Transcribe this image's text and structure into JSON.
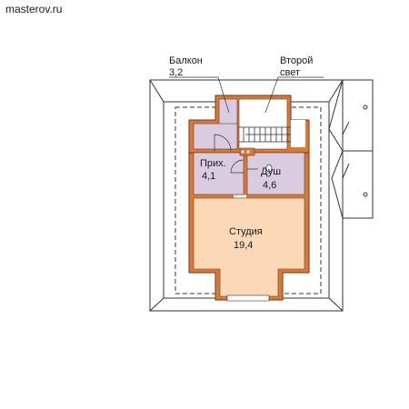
{
  "site": {
    "label": "masterov.ru"
  },
  "callouts": {
    "balcony": {
      "name": "Балкон",
      "area": "3,2"
    },
    "second_light": {
      "line1": "Второй",
      "line2": "свет"
    }
  },
  "rooms": {
    "hall": {
      "name": "Прих.",
      "area": "4,1"
    },
    "shower": {
      "name": "Душ",
      "area": "4,6"
    },
    "studio": {
      "name": "Студия",
      "area": "19,4"
    }
  },
  "colors": {
    "wall": "#d97a3a",
    "wall_outline": "#6b3a1a",
    "room_fill": "#d9cce0",
    "studio_fill": "#fbd9b6",
    "roof_line": "#333333"
  }
}
